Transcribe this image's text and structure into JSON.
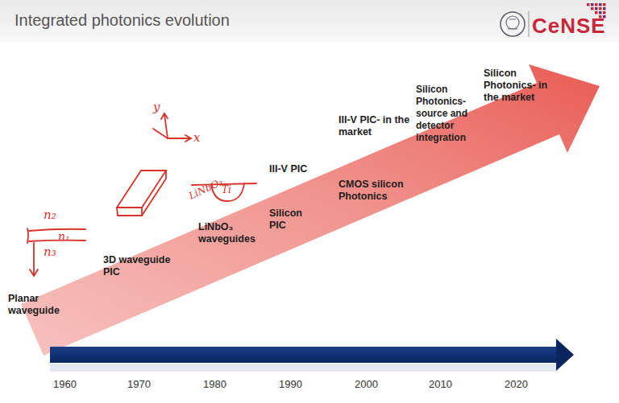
{
  "diagram": {
    "title": "Integrated photonics evolution",
    "labels": [
      "CeNSE",
      "n₂",
      "n₁",
      "n₃",
      "y",
      "x",
      "LiNbO₃",
      "Ti",
      "Planar waveguide",
      "3D waveguide PIC",
      "LiNbO₃ waveguides",
      "III-V PIC",
      "Silicon PIC",
      "III-V PIC- in the market",
      "CMOS silicon Photonics",
      "Silicon Photonics- source and detector integration",
      "Silicon Photonics- in the market",
      "1960",
      "1970",
      "1980",
      "1990",
      "2000",
      "2010",
      "2020"
    ]
  }
}
